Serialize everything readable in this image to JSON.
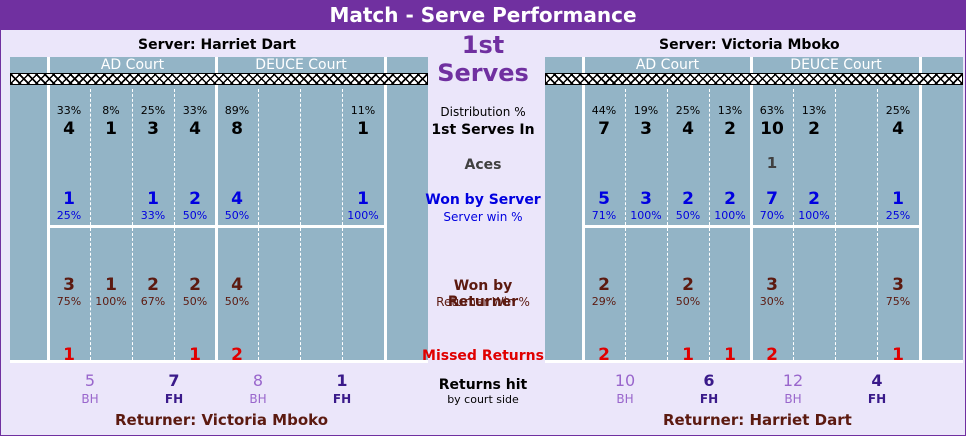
{
  "title": "Match - Serve Performance",
  "center_title": "1st Serves",
  "left": {
    "server_label": "Server: Harriet Dart",
    "returner_label": "Returner: Victoria Mboko",
    "ad_label": "AD Court",
    "deuce_label": "DEUCE Court",
    "net_text": "XXXXXXXXXXXXXXXXXXXXXXXXXXXXXXXXXXXXXXXXXXXXXXX",
    "cols": [
      {
        "dist_pct": "33%",
        "in": "4",
        "aces": "",
        "won": "1",
        "won_pct": "25%",
        "ret": "3",
        "ret_pct": "75%",
        "missed": "1"
      },
      {
        "dist_pct": "8%",
        "in": "1",
        "aces": "",
        "won": "",
        "won_pct": "",
        "ret": "1",
        "ret_pct": "100%",
        "missed": ""
      },
      {
        "dist_pct": "25%",
        "in": "3",
        "aces": "",
        "won": "1",
        "won_pct": "33%",
        "ret": "2",
        "ret_pct": "67%",
        "missed": ""
      },
      {
        "dist_pct": "33%",
        "in": "4",
        "aces": "",
        "won": "2",
        "won_pct": "50%",
        "ret": "2",
        "ret_pct": "50%",
        "missed": "1"
      },
      {
        "dist_pct": "89%",
        "in": "8",
        "aces": "",
        "won": "4",
        "won_pct": "50%",
        "ret": "4",
        "ret_pct": "50%",
        "missed": "2"
      },
      {
        "dist_pct": "",
        "in": "",
        "aces": "",
        "won": "",
        "won_pct": "",
        "ret": "",
        "ret_pct": "",
        "missed": ""
      },
      {
        "dist_pct": "",
        "in": "",
        "aces": "",
        "won": "",
        "won_pct": "",
        "ret": "",
        "ret_pct": "",
        "missed": ""
      },
      {
        "dist_pct": "11%",
        "in": "1",
        "aces": "",
        "won": "1",
        "won_pct": "100%",
        "ret": "",
        "ret_pct": "",
        "missed": ""
      }
    ],
    "returns": [
      {
        "num": "5",
        "side": "BH"
      },
      {
        "num": "7",
        "side": "FH"
      },
      {
        "num": "8",
        "side": "BH"
      },
      {
        "num": "1",
        "side": "FH"
      }
    ]
  },
  "right": {
    "server_label": "Server: Victoria Mboko",
    "returner_label": "Returner: Harriet Dart",
    "ad_label": "AD Court",
    "deuce_label": "DEUCE Court",
    "net_text": "XXXXXXXXXXXXXXXXXXXXXXXXXXXXXXXXXXXXXXXXXXXXXXX",
    "cols": [
      {
        "dist_pct": "44%",
        "in": "7",
        "aces": "",
        "won": "5",
        "won_pct": "71%",
        "ret": "2",
        "ret_pct": "29%",
        "missed": "2"
      },
      {
        "dist_pct": "19%",
        "in": "3",
        "aces": "",
        "won": "3",
        "won_pct": "100%",
        "ret": "",
        "ret_pct": "",
        "missed": ""
      },
      {
        "dist_pct": "25%",
        "in": "4",
        "aces": "",
        "won": "2",
        "won_pct": "50%",
        "ret": "2",
        "ret_pct": "50%",
        "missed": "1"
      },
      {
        "dist_pct": "13%",
        "in": "2",
        "aces": "",
        "won": "2",
        "won_pct": "100%",
        "ret": "",
        "ret_pct": "",
        "missed": "1"
      },
      {
        "dist_pct": "63%",
        "in": "10",
        "aces": "1",
        "won": "7",
        "won_pct": "70%",
        "ret": "3",
        "ret_pct": "30%",
        "missed": "2"
      },
      {
        "dist_pct": "13%",
        "in": "2",
        "aces": "",
        "won": "2",
        "won_pct": "100%",
        "ret": "",
        "ret_pct": "",
        "missed": ""
      },
      {
        "dist_pct": "",
        "in": "",
        "aces": "",
        "won": "",
        "won_pct": "",
        "ret": "",
        "ret_pct": "",
        "missed": ""
      },
      {
        "dist_pct": "25%",
        "in": "4",
        "aces": "",
        "won": "1",
        "won_pct": "25%",
        "ret": "3",
        "ret_pct": "75%",
        "missed": "1"
      }
    ],
    "returns": [
      {
        "num": "10",
        "side": "BH"
      },
      {
        "num": "6",
        "side": "FH"
      },
      {
        "num": "12",
        "side": "BH"
      },
      {
        "num": "4",
        "side": "FH"
      }
    ]
  },
  "center": {
    "distribution": "Distribution %",
    "first_serves_in": "1st Serves In",
    "aces": "Aces",
    "won_by_server": "Won by Server",
    "server_win_pct": "Server win %",
    "won_by_returner": "Won by Returner",
    "returner_win_pct": "Returner Win %",
    "missed_returns": "Missed Returns",
    "returns_hit": "Returns hit",
    "by_court_side": "by court side"
  },
  "colors": {
    "purple": "#7030a0",
    "court": "#93b4c6",
    "server_blue": "#0000e0",
    "returner_brown": "#5c1a10",
    "missed_red": "#e00000",
    "bh_purple": "#9966cc",
    "fh_navy": "#3a1a8a"
  }
}
